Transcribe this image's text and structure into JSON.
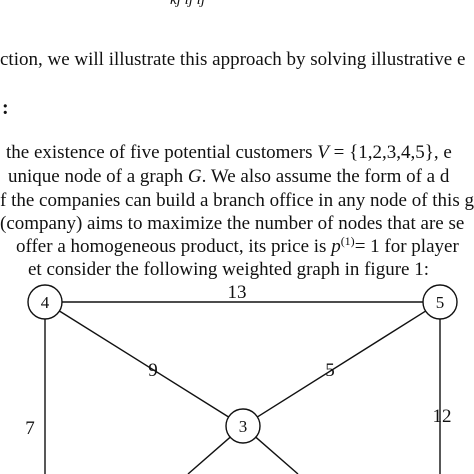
{
  "text": {
    "formula_fragment": "kj         ij     ij",
    "line1": "ction, we will illustrate this approach by solving illustrative e",
    "section_marker": ":",
    "line2_prefix": "the existence of five potential customers ",
    "line2_math": "V",
    "line2_eq": " = {1,2,3,4,5}, e",
    "line3_prefix": "unique node of a graph ",
    "line3_math": "G",
    "line3_suffix": ". We also assume the form of a d",
    "line4": "f the companies can build a branch office in any node of this g",
    "line5": "(company) aims to maximize the number of nodes that are se",
    "line6_prefix": "offer a homogeneous product, its price is ",
    "line6_math": "p",
    "line6_sup": "(1)",
    "line6_suffix": "= 1 for player",
    "line7": "et consider the following weighted graph in figure 1:"
  },
  "graph": {
    "nodes": [
      {
        "id": "4",
        "label": "4"
      },
      {
        "id": "5",
        "label": "5"
      },
      {
        "id": "3",
        "label": "3"
      }
    ],
    "edges": [
      {
        "from": "4",
        "to": "5",
        "weight": "13"
      },
      {
        "from": "4",
        "to": "3",
        "weight": "9"
      },
      {
        "from": "5",
        "to": "3",
        "weight": "5"
      },
      {
        "from": "4",
        "to": "",
        "weight": "7"
      },
      {
        "from": "5",
        "to": "",
        "weight": "12"
      }
    ],
    "colors": {
      "stroke": "#111111",
      "text": "#111111",
      "fill": "#ffffff"
    }
  }
}
